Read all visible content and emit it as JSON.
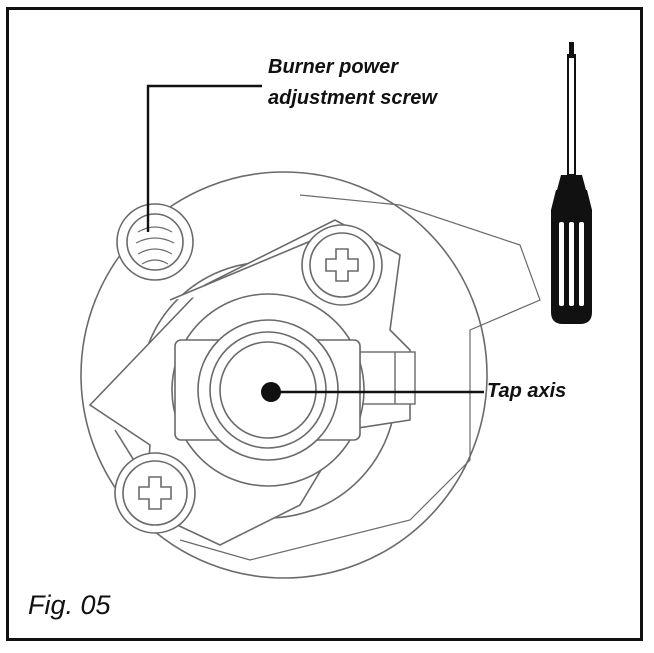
{
  "labels": {
    "screw_line1": "Burner power",
    "screw_line2": "adjustment screw",
    "tap_axis": "Tap axis",
    "figure": "Fig. 05"
  },
  "icons": [
    "screwdriver-icon",
    "phillips-screw-icon",
    "adjustment-screw-icon",
    "tap-axis-icon"
  ],
  "colors": {
    "ink": "#111111",
    "line": "#6a6a6a",
    "background": "#ffffff"
  }
}
